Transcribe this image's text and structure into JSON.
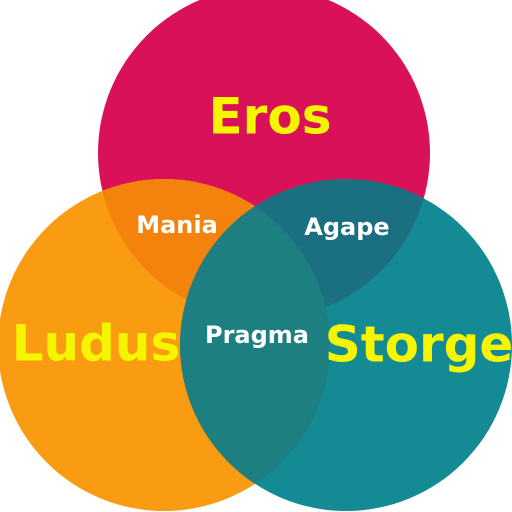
{
  "diagram": {
    "sets": [
      {
        "id": "eros",
        "label": "Eros",
        "color": "#d81159"
      },
      {
        "id": "ludus",
        "label": "Ludus",
        "color": "#f99c12"
      },
      {
        "id": "storge",
        "label": "Storge",
        "color": "#138a94"
      }
    ],
    "overlaps": [
      {
        "id": "mania",
        "label": "Mania",
        "sets": [
          "eros",
          "ludus"
        ],
        "color": "#f3830d"
      },
      {
        "id": "agape",
        "label": "Agape",
        "sets": [
          "eros",
          "storge"
        ],
        "color": "#1a6f80"
      },
      {
        "id": "pragma",
        "label": "Pragma",
        "sets": [
          "ludus",
          "storge"
        ],
        "color": "#1d7f80"
      }
    ],
    "colors": {
      "main_text": "#f5f500",
      "overlap_text": "#ffffff"
    }
  }
}
